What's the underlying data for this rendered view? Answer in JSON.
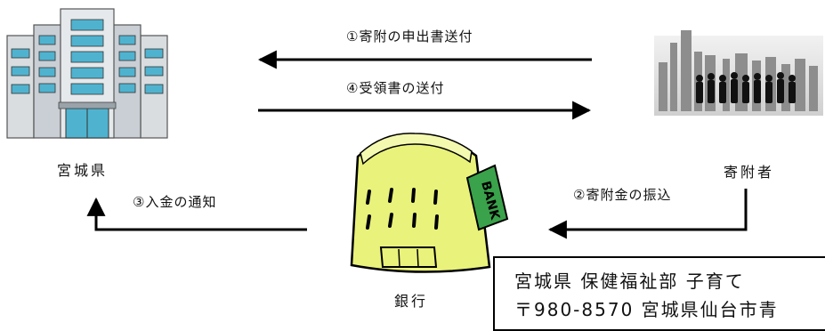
{
  "steps": {
    "step1": "①寄附の申出書送付",
    "step2": "②寄附金の振込",
    "step3": "③入金の通知",
    "step4": "④受領書の送付"
  },
  "actors": {
    "prefecture": "宮城県",
    "donor": "寄附者",
    "bank": "銀行"
  },
  "bank_sign": "BANK",
  "contact": {
    "line1": "宮城県 保健福祉部 子育て",
    "line2": "〒980-8570 宮城県仙台市青"
  },
  "colors": {
    "arrow": "#000000",
    "bank_body": "#e9f27a",
    "bank_sign": "#3aa24a",
    "building_glass": "#4fb3cf",
    "building_frame": "#d9dde0"
  }
}
